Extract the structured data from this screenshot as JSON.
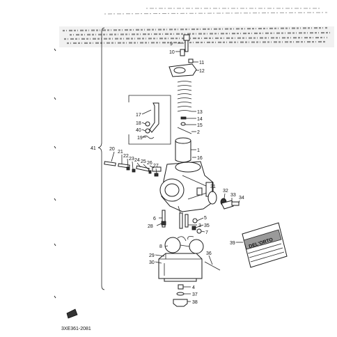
{
  "figure_code": "3XE361-2081",
  "group_callout": "41",
  "packet": {
    "brand": "DEL'ORTO"
  },
  "callouts": [
    "9",
    "10",
    "11",
    "12",
    "13",
    "14",
    "15",
    "2",
    "1",
    "16",
    "17",
    "18",
    "40",
    "19",
    "20",
    "21",
    "22",
    "23",
    "24",
    "25",
    "26",
    "27",
    "31",
    "32",
    "33",
    "34",
    "6",
    "5",
    "28",
    "3",
    "35",
    "7",
    "8",
    "36",
    "39",
    "29",
    "30",
    "4",
    "37",
    "38"
  ]
}
